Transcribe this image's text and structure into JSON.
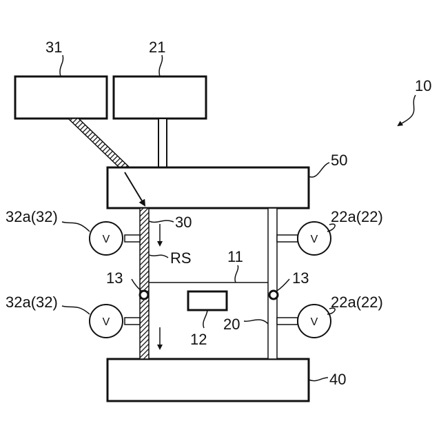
{
  "labels": {
    "ref_10": "10",
    "ref_31": "31",
    "ref_21": "21",
    "ref_50": "50",
    "ref_30": "30",
    "ref_rs": "RS",
    "ref_11": "11",
    "ref_13_left": "13",
    "ref_13_right": "13",
    "ref_12": "12",
    "ref_20": "20",
    "ref_40": "40",
    "ref_32a_top": "32a(32)",
    "ref_32a_bottom": "32a(32)",
    "ref_22a_top": "22a(22)",
    "ref_22a_bottom": "22a(22)"
  },
  "valves": {
    "left_top": "V",
    "left_bottom": "V",
    "right_top": "V",
    "right_bottom": "V"
  }
}
